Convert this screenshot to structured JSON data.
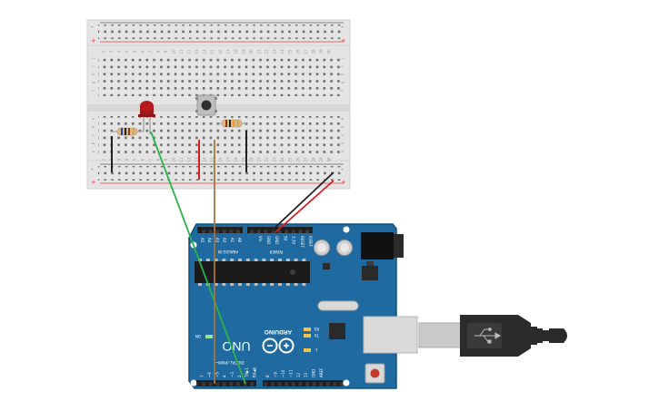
{
  "colors": {
    "board_blue": "#1f6aa0",
    "board_edge": "#14507a",
    "breadboard": "#e6e6e6",
    "rail_red": "#e04040",
    "rail_black": "#555555",
    "wire_green": "#2db24a",
    "wire_brown": "#a8763e",
    "wire_red": "#d81f26",
    "wire_black": "#222222",
    "led_red": "#b71c1c",
    "usb_plug": "#2b2b2b"
  },
  "breadboard": {
    "rail_minus": "-",
    "rail_plus": "+",
    "row_letters_top": [
      "j",
      "i",
      "h",
      "g",
      "f"
    ],
    "row_letters_bottom": [
      "e",
      "d",
      "c",
      "b",
      "a"
    ],
    "column_numbers": [
      "1",
      "2",
      "3",
      "4",
      "5",
      "6",
      "7",
      "8",
      "9",
      "10",
      "11",
      "12",
      "13",
      "14",
      "15",
      "16",
      "17",
      "18",
      "19",
      "20",
      "21",
      "22",
      "23",
      "24",
      "25",
      "26",
      "27",
      "28",
      "29",
      "30"
    ]
  },
  "arduino": {
    "model": "UNO",
    "brand": "ARDUINO",
    "section_power": "POWER",
    "section_analog": "ANALOG IN",
    "section_digital": "DIGITAL (PWM~)",
    "led_on": "ON",
    "led_l": "L",
    "led_tx": "TX",
    "led_rx": "RX",
    "power_pins": [
      "IOREF",
      "RESET",
      "3.3V",
      "5V",
      "GND",
      "GND",
      "Vin"
    ],
    "analog_pins": [
      "A0",
      "A1",
      "A2",
      "A3",
      "A4",
      "A5"
    ],
    "digital_pins_high": [
      "AREF",
      "GND",
      "13",
      "12",
      "~11",
      "~10",
      "~9",
      "8"
    ],
    "digital_pins_low": [
      "7",
      "~6",
      "~5",
      "4",
      "~3",
      "2",
      "TX▶1",
      "RX◀0"
    ]
  },
  "icons": {
    "usb": "usb-trident-icon",
    "logo": "arduino-infinity-icon"
  }
}
